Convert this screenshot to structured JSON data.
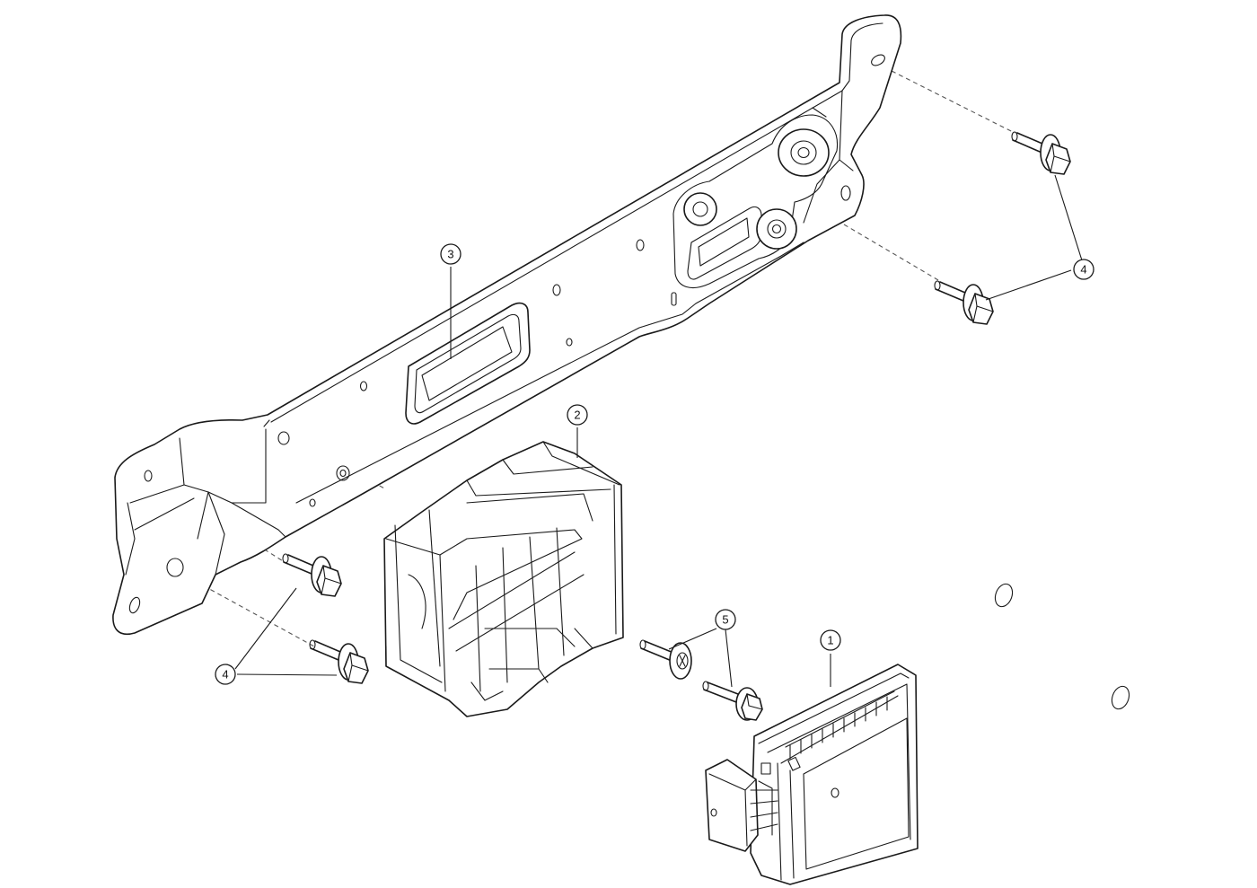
{
  "callouts": {
    "c1": "1",
    "c2": "2",
    "c3": "3",
    "c4_right": "4",
    "c4_left": "4",
    "c5": "5"
  },
  "colors": {
    "line": "#1a1a1a",
    "background": "#ffffff"
  }
}
